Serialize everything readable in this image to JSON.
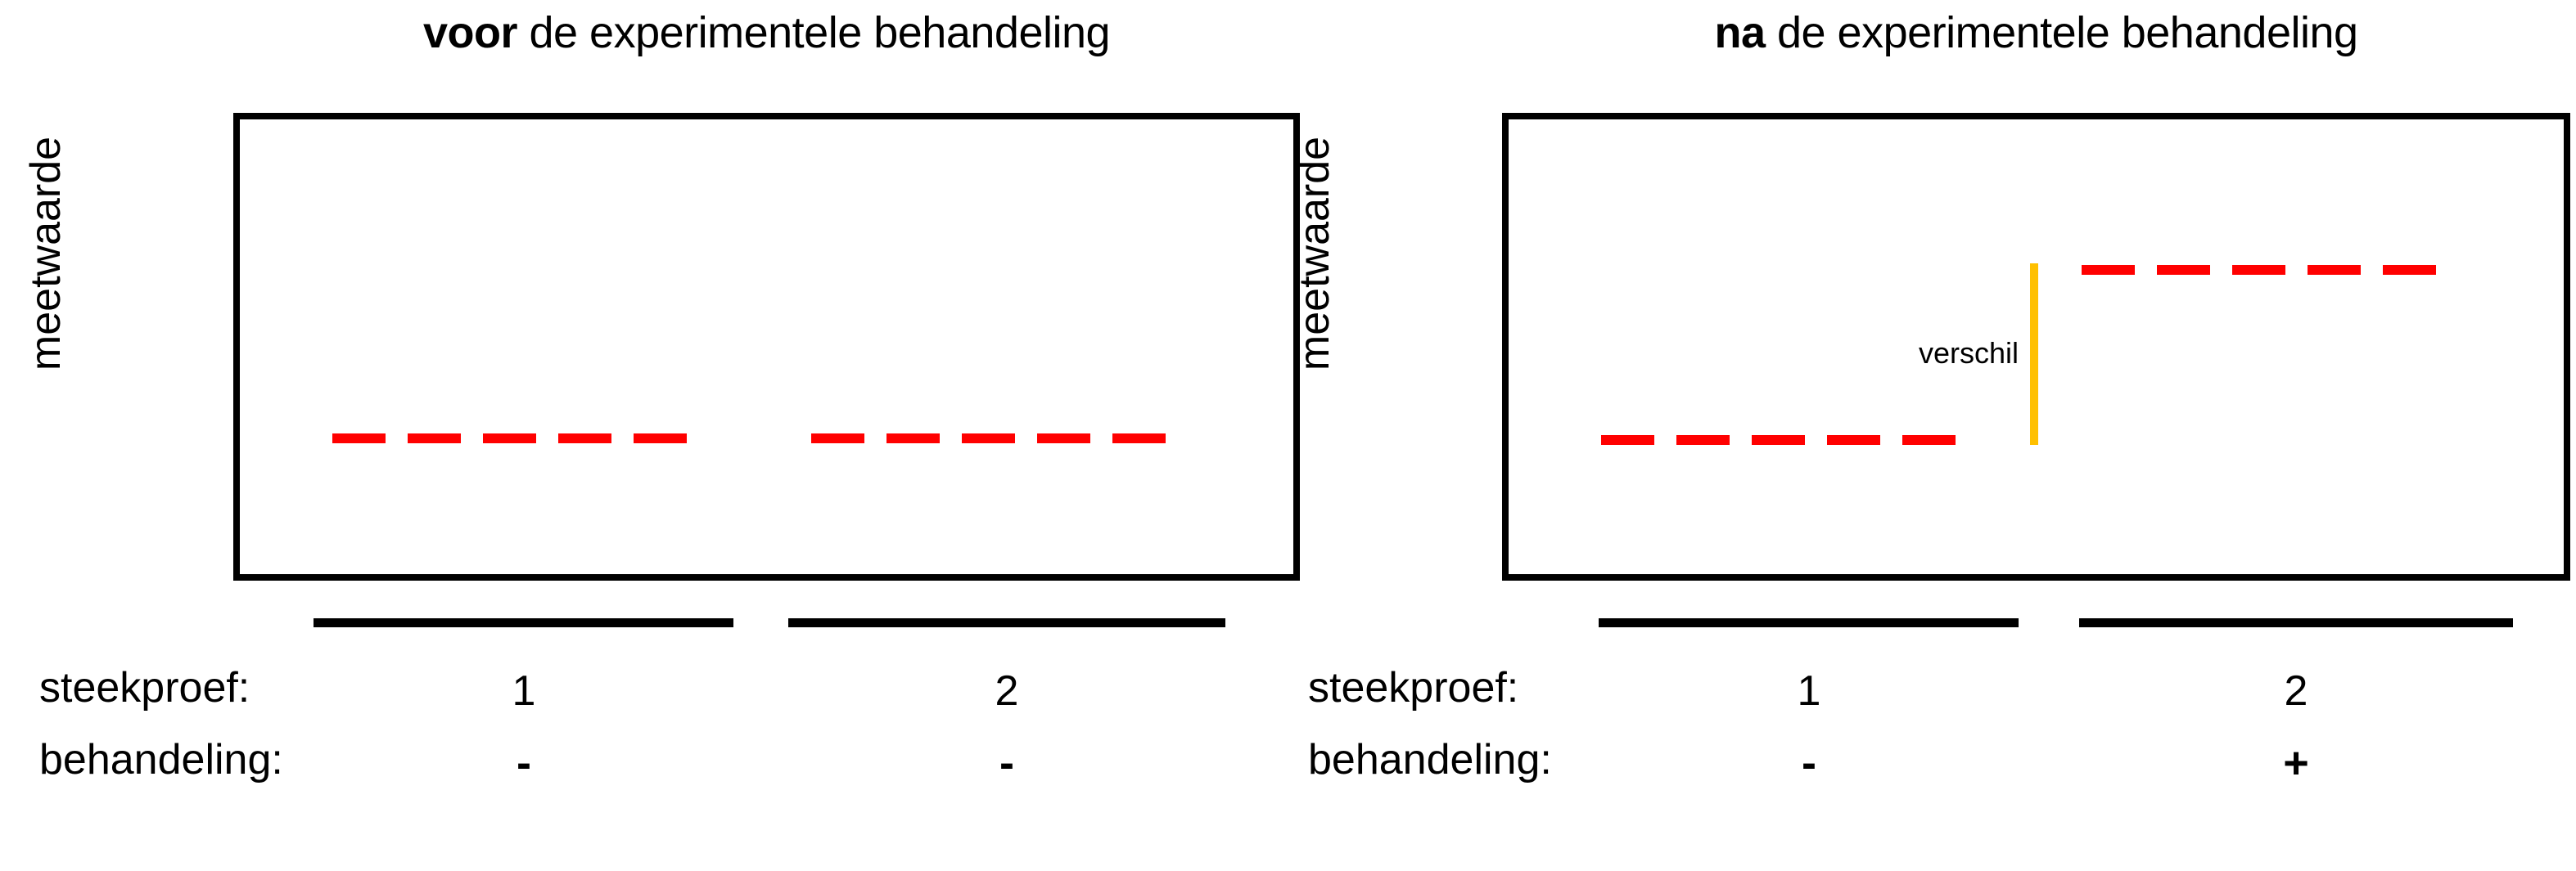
{
  "figure": {
    "axis_label": "meetwaarde",
    "colors": {
      "measurement_line": "#FF0000",
      "difference_bar": "#FFC000",
      "frame": "#000000",
      "background": "#FFFFFF"
    }
  },
  "panels": [
    {
      "id": "before",
      "title_bold": "voor",
      "title_rest": " de experimentele behandeling",
      "axis_label": "meetwaarde",
      "rows": {
        "sample_label": "steekproef:",
        "treatment_label": "behandeling:"
      },
      "groups": [
        {
          "sample": "1",
          "treatment": "-"
        },
        {
          "sample": "2",
          "treatment": "-"
        }
      ],
      "annotation": null
    },
    {
      "id": "after",
      "title_bold": "na",
      "title_rest": " de experimentele behandeling",
      "axis_label": "meetwaarde",
      "rows": {
        "sample_label": "steekproef:",
        "treatment_label": "behandeling:"
      },
      "groups": [
        {
          "sample": "1",
          "treatment": "-"
        },
        {
          "sample": "2",
          "treatment": "+"
        }
      ],
      "annotation": "verschil"
    }
  ],
  "chart_data": {
    "type": "line",
    "title": "voor / na de experimentele behandeling",
    "xlabel": "",
    "ylabel": "meetwaarde",
    "ylim": [
      0,
      100
    ],
    "grid": false,
    "legend": "none",
    "panels": [
      {
        "name": "voor de experimentele behandeling",
        "categories": [
          "steekproef 1 (behandeling -)",
          "steekproef 2 (behandeling -)"
        ],
        "values": [
          30,
          30
        ],
        "note": "beide steekproeven hebben dezelfde meetwaarde"
      },
      {
        "name": "na de experimentele behandeling",
        "categories": [
          "steekproef 1 (behandeling -)",
          "steekproef 2 (behandeling +)"
        ],
        "values": [
          30,
          68
        ],
        "annotations": [
          {
            "label": "verschil",
            "from": 30,
            "to": 68,
            "color": "#FFC000"
          }
        ]
      }
    ]
  }
}
